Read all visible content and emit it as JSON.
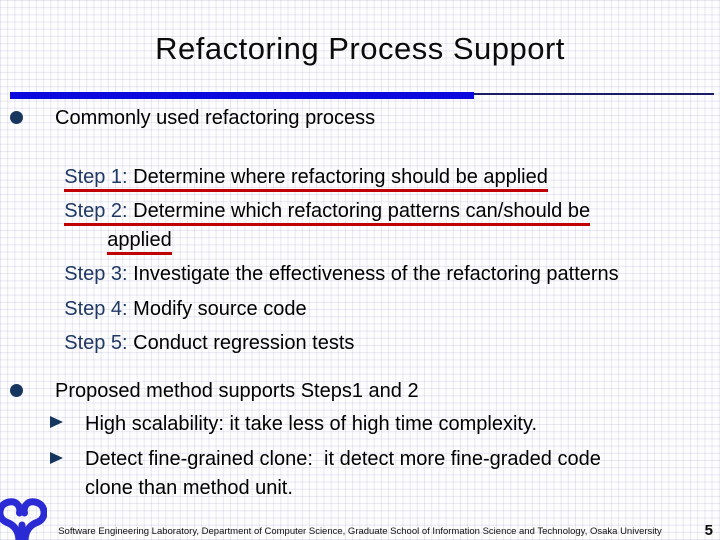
{
  "slide": {
    "title": "Refactoring Process Support",
    "bullet1": {
      "label": "Commonly used refactoring process"
    },
    "steps": [
      {
        "prefix": "Step 1:",
        "text": " Determine where refactoring should be applied"
      },
      {
        "prefix": "Step 2:",
        "text": " Determine which refactoring patterns can/should be",
        "wrap_line": "applied"
      },
      {
        "prefix": "Step 3:",
        "text": " Investigate the effectiveness of the refactoring patterns"
      },
      {
        "prefix": "Step 4:",
        "text": " Modify source code"
      },
      {
        "prefix": "Step 5:",
        "text": " Conduct regression tests"
      }
    ],
    "bullet2": {
      "label": "Proposed method supports Steps1 and 2"
    },
    "sub_bullets": [
      {
        "lines": [
          "High scalability: it take less of high time complexity."
        ]
      },
      {
        "lines": [
          "Detect fine-grained clone:  it detect more fine-graded code",
          "clone than method unit."
        ]
      }
    ],
    "footer": "Software Engineering Laboratory, Department of Computer Science, Graduate School of Information Science and Technology, Osaka University",
    "page_number": "5",
    "icons": {
      "level1_bullet": "filled-circle",
      "level2_bullet": "right-triangle",
      "logo": "osaka-university-ginkgo-leaf"
    },
    "colors": {
      "accent_bar_blue": "#0a0adc",
      "rule_navy": "#1b1b66",
      "step_prefix_navy": "#1f3864",
      "underline_red": "#c00000",
      "bullet_navy": "#17365d",
      "logo_blue": "#2b2bd5"
    }
  }
}
